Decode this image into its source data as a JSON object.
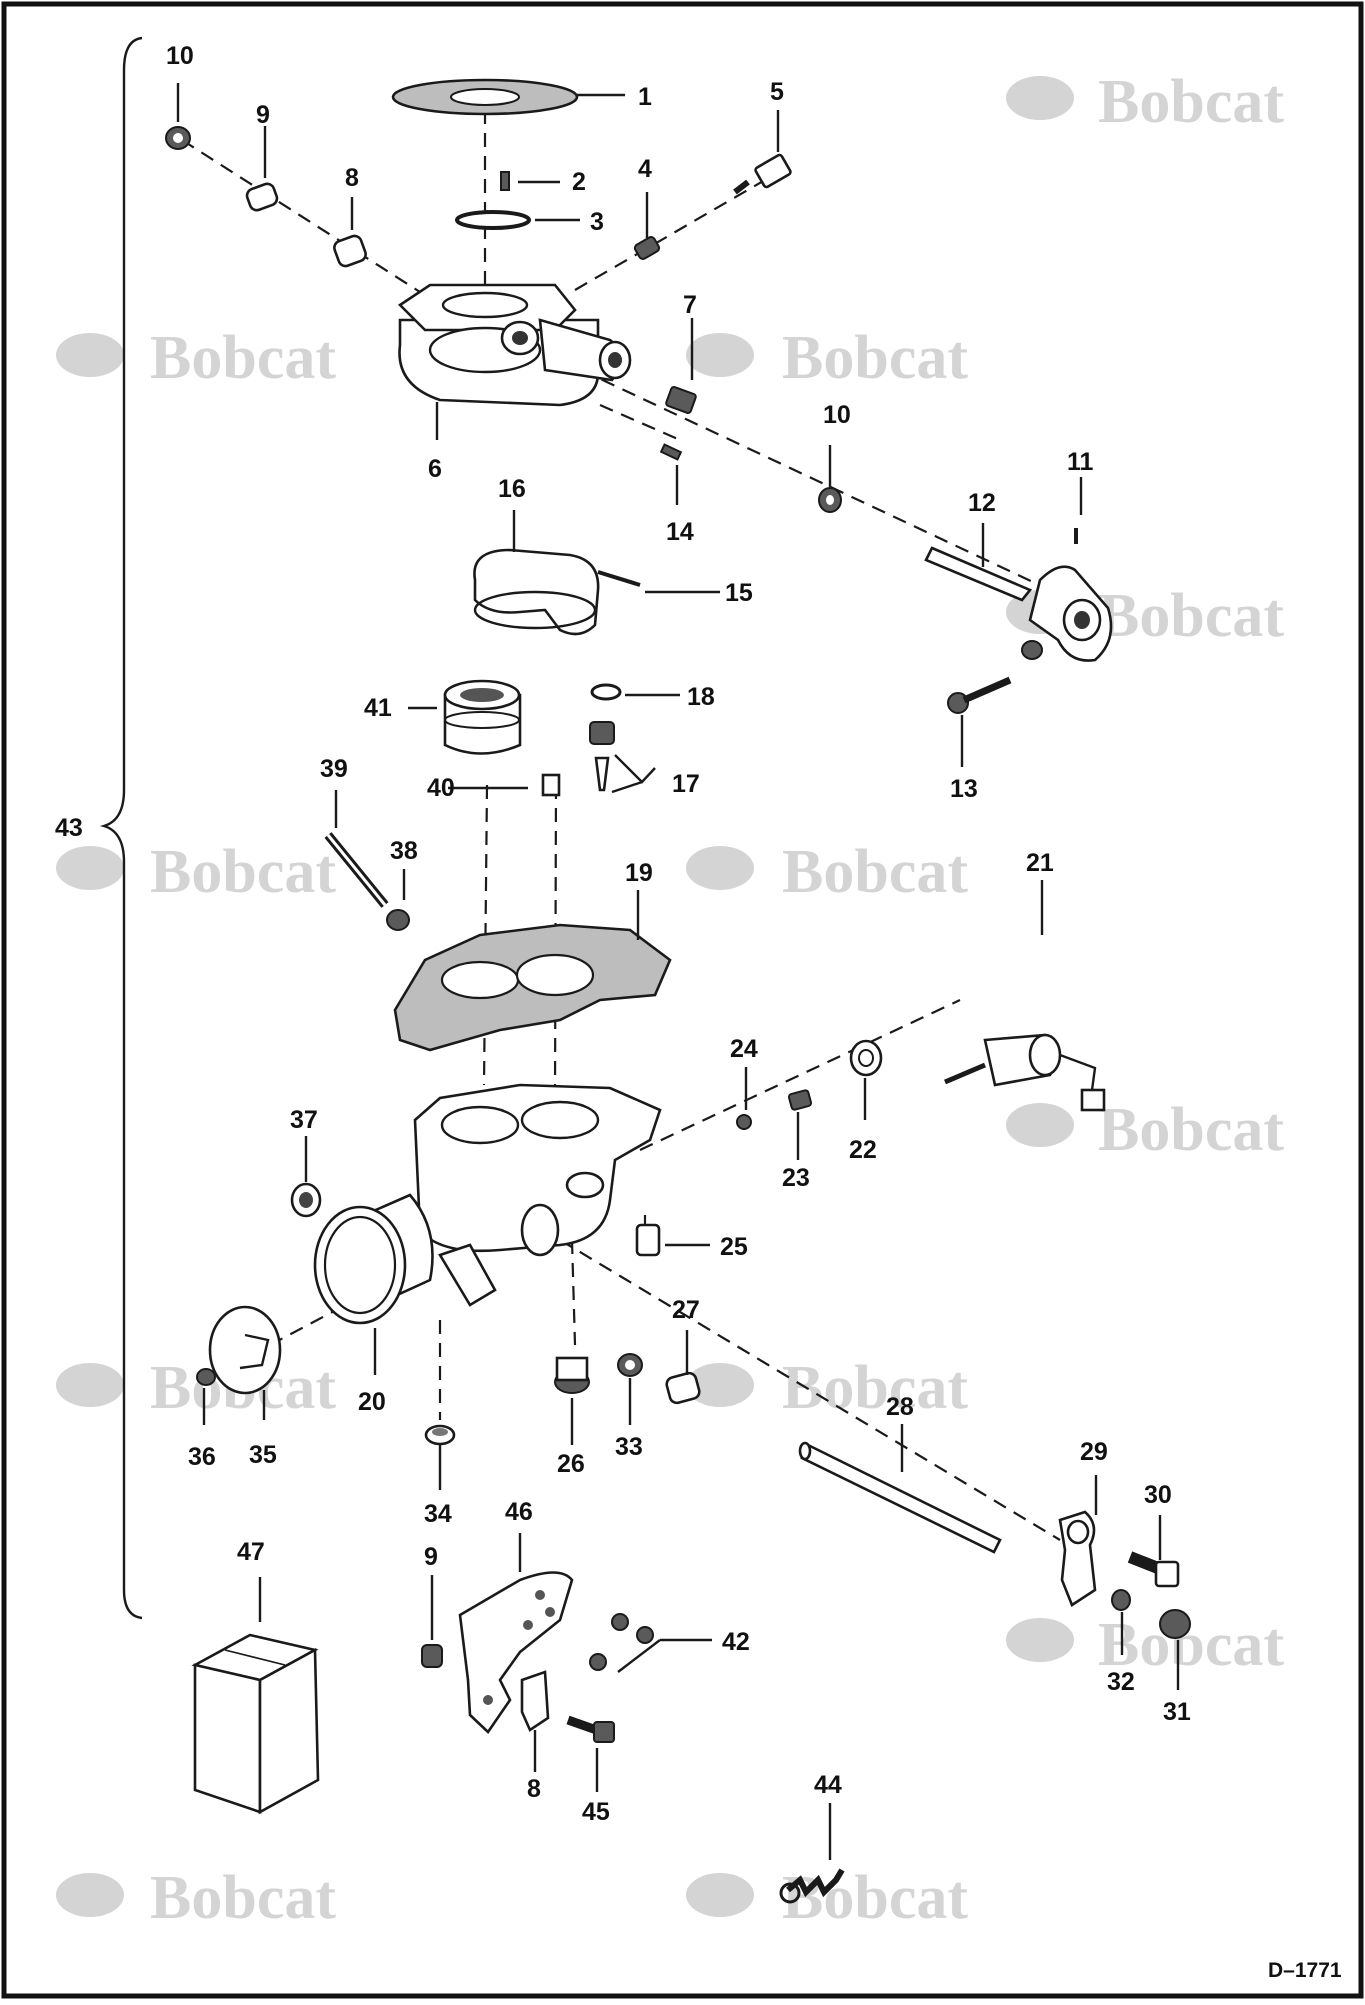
{
  "diagram": {
    "drawing_id": "D–1771",
    "watermark_text": "Bobcat",
    "bracket_label": "43",
    "callouts": [
      {
        "id": "c1",
        "label": "1"
      },
      {
        "id": "c2",
        "label": "2"
      },
      {
        "id": "c3",
        "label": "3"
      },
      {
        "id": "c4",
        "label": "4"
      },
      {
        "id": "c5",
        "label": "5"
      },
      {
        "id": "c6",
        "label": "6"
      },
      {
        "id": "c7",
        "label": "7"
      },
      {
        "id": "c8a",
        "label": "8"
      },
      {
        "id": "c8b",
        "label": "8"
      },
      {
        "id": "c9a",
        "label": "9"
      },
      {
        "id": "c9b",
        "label": "9"
      },
      {
        "id": "c10a",
        "label": "10"
      },
      {
        "id": "c10b",
        "label": "10"
      },
      {
        "id": "c11",
        "label": "11"
      },
      {
        "id": "c12",
        "label": "12"
      },
      {
        "id": "c13",
        "label": "13"
      },
      {
        "id": "c14",
        "label": "14"
      },
      {
        "id": "c15",
        "label": "15"
      },
      {
        "id": "c16",
        "label": "16"
      },
      {
        "id": "c17",
        "label": "17"
      },
      {
        "id": "c18",
        "label": "18"
      },
      {
        "id": "c19",
        "label": "19"
      },
      {
        "id": "c20",
        "label": "20"
      },
      {
        "id": "c21",
        "label": "21"
      },
      {
        "id": "c22",
        "label": "22"
      },
      {
        "id": "c23",
        "label": "23"
      },
      {
        "id": "c24",
        "label": "24"
      },
      {
        "id": "c25",
        "label": "25"
      },
      {
        "id": "c26",
        "label": "26"
      },
      {
        "id": "c27",
        "label": "27"
      },
      {
        "id": "c28",
        "label": "28"
      },
      {
        "id": "c29",
        "label": "29"
      },
      {
        "id": "c30",
        "label": "30"
      },
      {
        "id": "c31",
        "label": "31"
      },
      {
        "id": "c32",
        "label": "32"
      },
      {
        "id": "c33",
        "label": "33"
      },
      {
        "id": "c34",
        "label": "34"
      },
      {
        "id": "c35",
        "label": "35"
      },
      {
        "id": "c36",
        "label": "36"
      },
      {
        "id": "c37",
        "label": "37"
      },
      {
        "id": "c38",
        "label": "38"
      },
      {
        "id": "c39",
        "label": "39"
      },
      {
        "id": "c40",
        "label": "40"
      },
      {
        "id": "c41",
        "label": "41"
      },
      {
        "id": "c42",
        "label": "42"
      },
      {
        "id": "c44",
        "label": "44"
      },
      {
        "id": "c45",
        "label": "45"
      },
      {
        "id": "c46",
        "label": "46"
      },
      {
        "id": "c47",
        "label": "47"
      }
    ]
  }
}
